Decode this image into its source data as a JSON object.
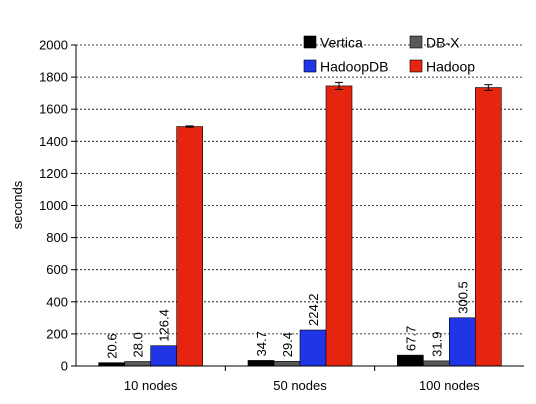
{
  "chart_data": {
    "type": "bar",
    "title": "",
    "xlabel": "",
    "ylabel": "seconds",
    "ylim": [
      0,
      2000
    ],
    "yticks": [
      0,
      200,
      400,
      600,
      800,
      1000,
      1200,
      1400,
      1600,
      1800,
      2000
    ],
    "grid": "horizontal dotted",
    "legend_position": "top-right",
    "categories": [
      "10 nodes",
      "50 nodes",
      "100 nodes"
    ],
    "series": [
      {
        "name": "Vertica",
        "color": "#000000",
        "values": [
          20.6,
          34.7,
          67.7
        ],
        "labels": [
          "20.6",
          "34.7",
          "67.7"
        ]
      },
      {
        "name": "DB-X",
        "color": "#595959",
        "values": [
          28.0,
          29.4,
          31.9
        ],
        "labels": [
          "28.0",
          "29.4",
          "31.9"
        ]
      },
      {
        "name": "HadoopDB",
        "color": "#1f35e6",
        "values": [
          126.4,
          224.2,
          300.5
        ],
        "labels": [
          "126.4",
          "224.2",
          "300.5"
        ]
      },
      {
        "name": "Hadoop",
        "color": "#e62510",
        "values": [
          1492,
          1745,
          1735
        ],
        "labels": [
          null,
          null,
          null
        ],
        "error": [
          4,
          22,
          18
        ]
      }
    ]
  }
}
